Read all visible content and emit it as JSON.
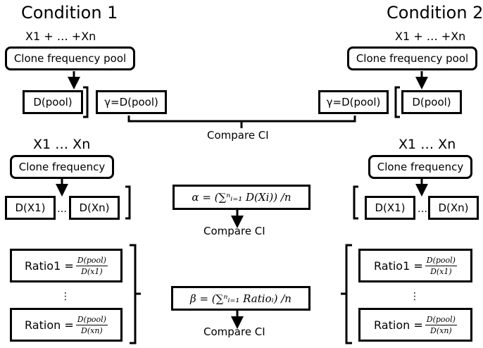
{
  "condition1": {
    "title": "Condition 1",
    "sum_label": "X1 + … +Xn",
    "pool_box": "Clone frequency pool",
    "d_pool": "D(pool)",
    "gamma": "γ=D(pool)",
    "x_label": "X1 … Xn",
    "clone_box": "Clone frequency",
    "d_x1": "D(X1)",
    "ellipsis": "…",
    "d_xn": "D(Xn)",
    "ratio1_label": "Ratio1 =",
    "ratio1_num": "D(pool)",
    "ratio1_den": "D(x1)",
    "vdots": "⋮",
    "ration_label": "Ration =",
    "ration_num": "D(pool)",
    "ration_den": "D(xn)"
  },
  "condition2": {
    "title": "Condition 2",
    "sum_label": "X1 + … +Xn",
    "pool_box": "Clone frequency pool",
    "d_pool": "D(pool)",
    "gamma": "γ=D(pool)",
    "x_label": "X1 … Xn",
    "clone_box": "Clone frequency",
    "d_x1": "D(X1)",
    "ellipsis": "…",
    "d_xn": "D(Xn)",
    "ratio1_label": "Ratio1 =",
    "ratio1_num": "D(pool)",
    "ratio1_den": "D(x1)",
    "vdots": "⋮",
    "ration_label": "Ration =",
    "ration_num": "D(pool)",
    "ration_den": "D(xn)"
  },
  "center": {
    "compare_gamma": "Compare CI",
    "alpha_formula": "α = (∑ⁿᵢ₌₁ D(Xi)) /n",
    "compare_alpha": "Compare CI",
    "beta_formula": "β = (∑ⁿᵢ₌₁ Ratioᵢ) /n",
    "compare_beta": "Compare CI"
  }
}
